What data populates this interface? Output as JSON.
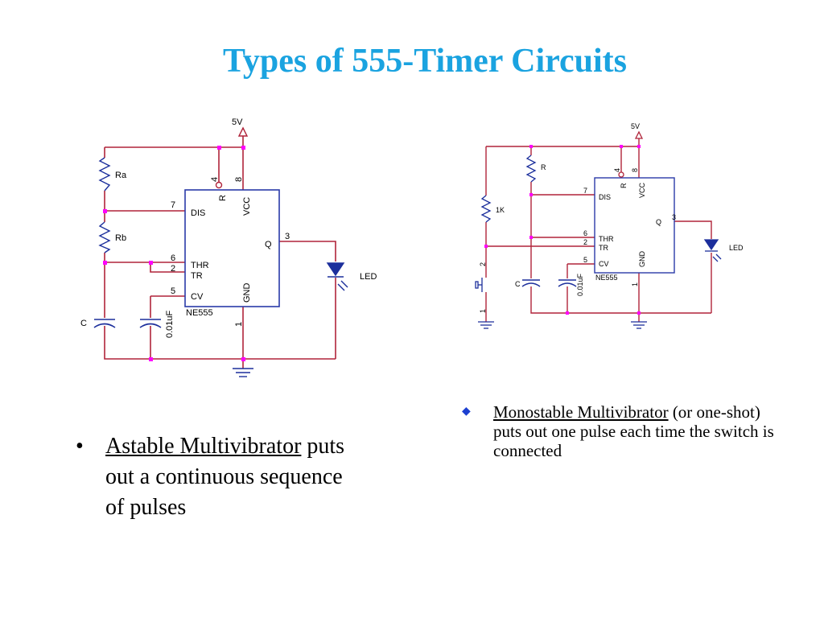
{
  "slide": {
    "title": "Types of 555-Timer Circuits"
  },
  "left_circuit": {
    "supply": "5V",
    "r_top": "Ra",
    "r_bottom": "Rb",
    "cap_timing": "C",
    "cap_cv": "0.01uF",
    "chip_name": "NE555",
    "led_label": "LED",
    "pins": {
      "reset_num": "4",
      "reset_name": "R",
      "vcc_num": "8",
      "vcc_name": "VCC",
      "dis_num": "7",
      "dis_name": "DIS",
      "thr_num": "6",
      "thr_name": "THR",
      "tr_num": "2",
      "tr_name": "TR",
      "cv_num": "5",
      "cv_name": "CV",
      "q_num": "3",
      "q_name": "Q",
      "gnd_num": "1",
      "gnd_name": "GND"
    }
  },
  "right_circuit": {
    "supply": "5V",
    "r_main": "R",
    "r_pull": "1K",
    "cap_timing": "C",
    "cap_cv": "0.01uF",
    "chip_name": "NE555",
    "led_label": "LED",
    "switch_pin_top": "2",
    "switch_pin_bottom": "1",
    "pins": {
      "reset_num": "4",
      "reset_name": "R",
      "vcc_num": "8",
      "vcc_name": "VCC",
      "dis_num": "7",
      "dis_name": "DIS",
      "thr_num": "6",
      "thr_name": "THR",
      "tr_num": "2",
      "tr_name": "TR",
      "cv_num": "5",
      "cv_name": "CV",
      "q_num": "3",
      "q_name": "Q",
      "gnd_num": "1",
      "gnd_name": "GND"
    }
  },
  "bullets": {
    "left": {
      "marker": "•",
      "term": "Astable Multivibrator",
      "rest": " puts out a continuous sequence of pulses"
    },
    "right": {
      "marker": "◆",
      "term": "Monostable Multivibrator",
      "rest": " (or one-shot) puts out one pulse each time the switch is connected"
    }
  },
  "colors": {
    "title": "#1aa3e0",
    "wire": "#b0243a",
    "junction": "#ff00ff",
    "chip": "#2a3aa8",
    "component": "#1c2f9c",
    "bullet_diamond": "#1c3fd0"
  }
}
